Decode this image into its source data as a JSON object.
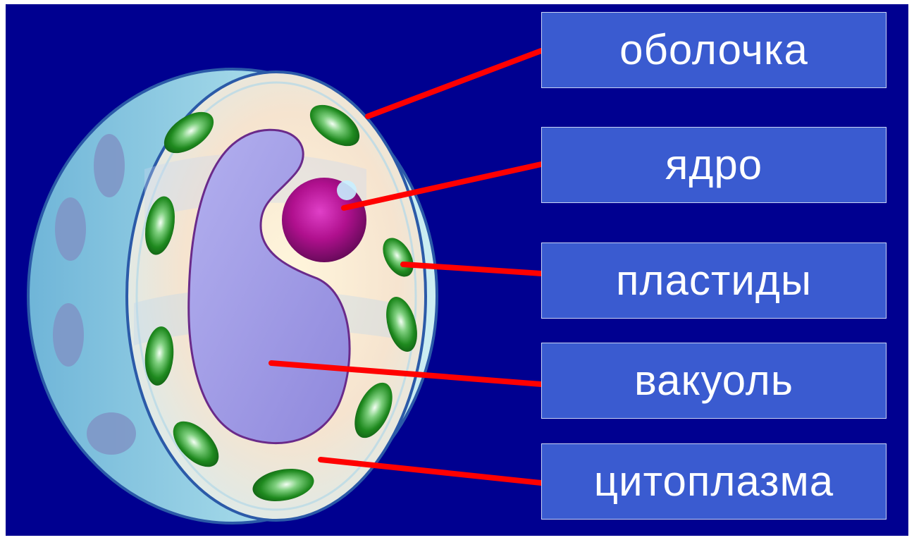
{
  "diagram": {
    "colors": {
      "background": "#000090",
      "label_box": "#3a5bd0",
      "pointer_line": "#ff0000",
      "plastid": "#1f8a1f",
      "nucleus": "#b0108e",
      "vacuole": "#9a95e6"
    },
    "labels": [
      {
        "id": "membrane",
        "text": "оболочка"
      },
      {
        "id": "nucleus",
        "text": "ядро"
      },
      {
        "id": "plastids",
        "text": "пластиды"
      },
      {
        "id": "vacuole",
        "text": "вакуоль"
      },
      {
        "id": "cytoplasm",
        "text": "цитоплазма"
      }
    ]
  }
}
